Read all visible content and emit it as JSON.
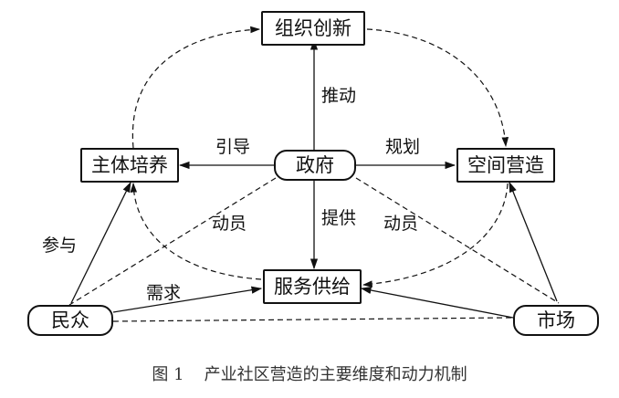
{
  "nodes": {
    "org_innovation": "组织创新",
    "subject_cultivation": "主体培养",
    "government": "政府",
    "space_creation": "空间营造",
    "service_supply": "服务供给",
    "public": "民众",
    "market": "市场"
  },
  "edge_labels": {
    "promote": "推动",
    "guide": "引导",
    "plan": "规划",
    "mobilize_left": "动员",
    "provide": "提供",
    "mobilize_right": "动员",
    "participate": "参与",
    "demand": "需求"
  },
  "caption": {
    "number": "图 1",
    "text": "产业社区营造的主要维度和动力机制"
  }
}
